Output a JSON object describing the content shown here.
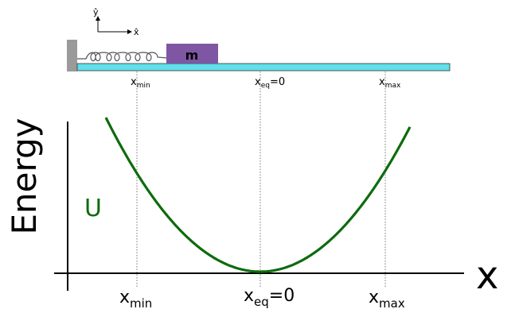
{
  "setup": {
    "mass_label": "m",
    "axis_y_label": "ŷ",
    "axis_x_label": "x̂",
    "x_min": {
      "base": "x",
      "sub": "min"
    },
    "x_eq": {
      "base": "x",
      "sub": "eq",
      "suffix": "=0"
    },
    "x_max": {
      "base": "x",
      "sub": "max"
    }
  },
  "graph": {
    "ylabel": "Energy",
    "xlabel": "x",
    "curve_label": "U",
    "x_min": {
      "base": "x",
      "sub": "min"
    },
    "x_eq": {
      "base": "x",
      "sub": "eq",
      "suffix": "=0"
    },
    "x_max": {
      "base": "x",
      "sub": "max"
    }
  },
  "colors": {
    "curve": "#0d6b0d",
    "mass": "#7f56a3",
    "rod": "#5fe0ea",
    "wall": "#9a9a9a"
  }
}
